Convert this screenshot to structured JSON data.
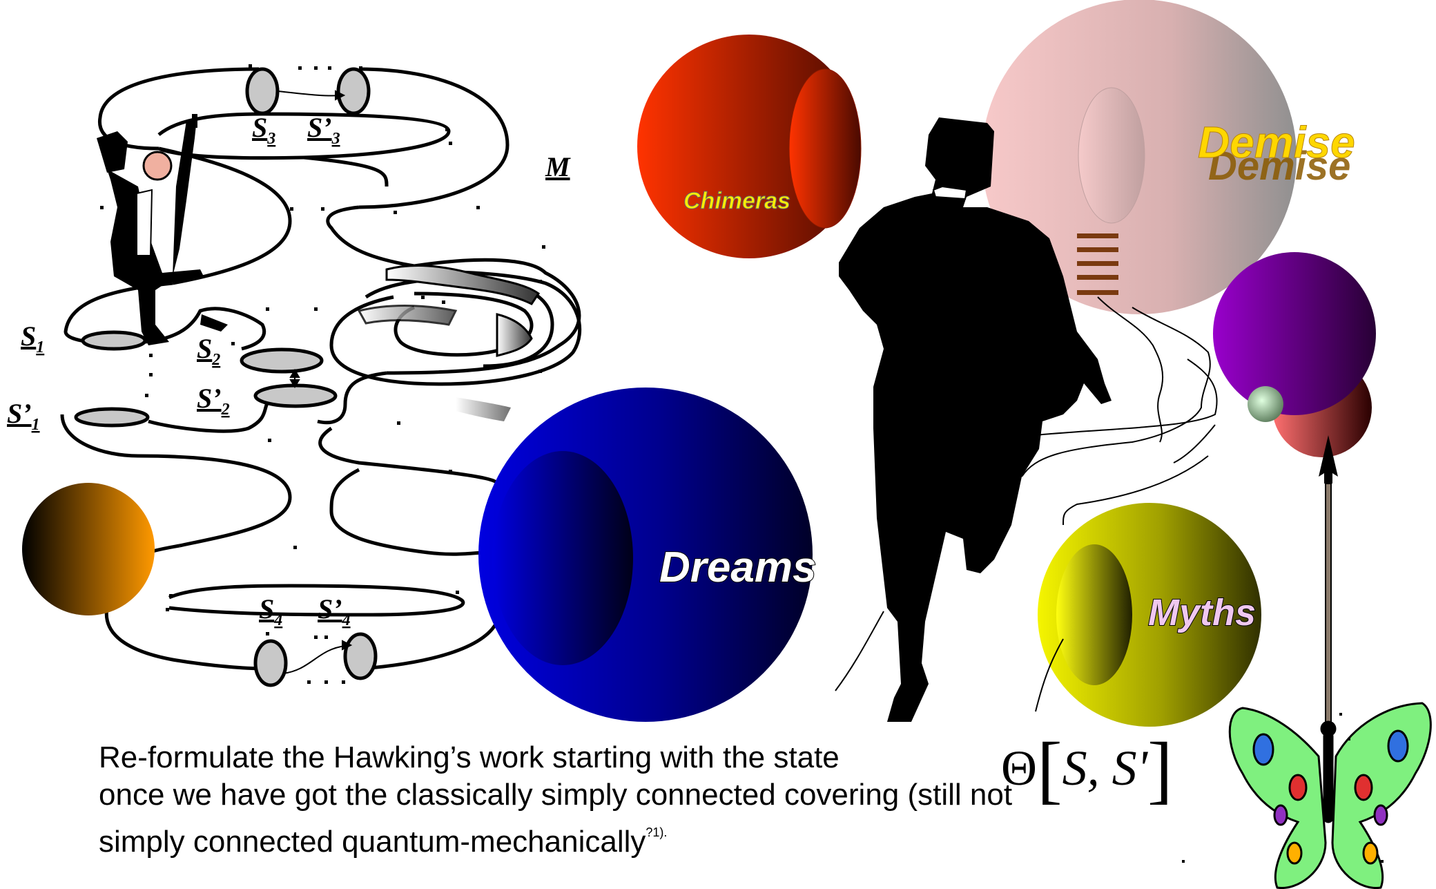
{
  "diagram": {
    "manifold_label": "M",
    "surfaces": [
      {
        "name": "S",
        "sub": "3",
        "prime": false
      },
      {
        "name": "S’",
        "sub": "3",
        "prime": true
      },
      {
        "name": "S",
        "sub": "1",
        "prime": false
      },
      {
        "name": "S",
        "sub": "2",
        "prime": false
      },
      {
        "name": "S’",
        "sub": "2",
        "prime": true
      },
      {
        "name": "S’",
        "sub": "1",
        "prime": true
      },
      {
        "name": "S",
        "sub": "4",
        "prime": false
      },
      {
        "name": "S’",
        "sub": "4",
        "prime": true
      }
    ],
    "spheres": [
      {
        "label": "Chimeras",
        "color": "#ff3300"
      },
      {
        "label": "Demise",
        "color": "#f0c8c8"
      },
      {
        "label": "Dreams",
        "color": "#0000cc"
      },
      {
        "label": "Myths",
        "color": "#e6e600"
      }
    ]
  },
  "formula": {
    "theta": "Θ",
    "left_bracket": "[",
    "args": "S, S'",
    "right_bracket": "]"
  },
  "caption": {
    "line1": "Re-formulate the Hawking’s work starting with the state",
    "line2": "once we have got the classically simply connected covering (still not",
    "line3": "simply connected quantum-mechanically",
    "footnote": "?1)."
  }
}
